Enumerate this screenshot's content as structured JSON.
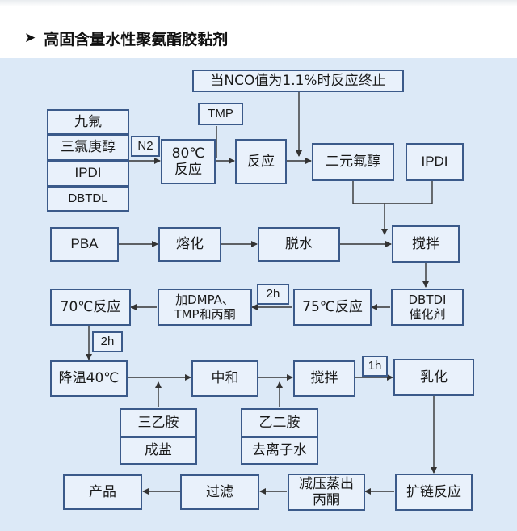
{
  "title": "高固含量水性聚氨酯胶黏剂",
  "title_icon": "triangle-bullet-icon",
  "nodes": {
    "stop_condition": "当NCO值为1.1%时反应终止",
    "nonanol": "九氟",
    "trichloroheptanol": "三氯庚醇",
    "ipdi_left": "IPDI",
    "dbtdl": "DBTDL",
    "n2": "N2",
    "react80_temp": "80℃",
    "react80_label": "反应",
    "tmp_top": "TMP",
    "reaction": "反应",
    "fluoro_diol": "二元氟醇",
    "ipdi_right": "IPDI",
    "pba": "PBA",
    "melt": "熔化",
    "dehydrate": "脱水",
    "stir1": "搅拌",
    "dbtdi_line1": "DBTDI",
    "dbtdi_line2": "催化剂",
    "react75": "75℃反应",
    "time_2h_a": "2h",
    "add_line1": "加DMPA、",
    "add_line2": "TMP和丙酮",
    "react70": "70℃反应",
    "time_2h_b": "2h",
    "cool40": "降温40℃",
    "neutralize": "中和",
    "stir2": "搅拌",
    "time_1h": "1h",
    "emulsify": "乳化",
    "triethylamine": "三乙胺",
    "salt_forming": "成盐",
    "ethylenediamine": "乙二胺",
    "deionized_water": "去离子水",
    "chain_extend": "扩链反应",
    "distill_line1": "减压蒸出",
    "distill_line2": "丙酮",
    "filter": "过滤",
    "product": "产品"
  },
  "colors": {
    "panel": "#dce9f7",
    "box_border": "#3b5a8a",
    "box_fill": "#e9f1fb",
    "arrow": "#333333"
  }
}
